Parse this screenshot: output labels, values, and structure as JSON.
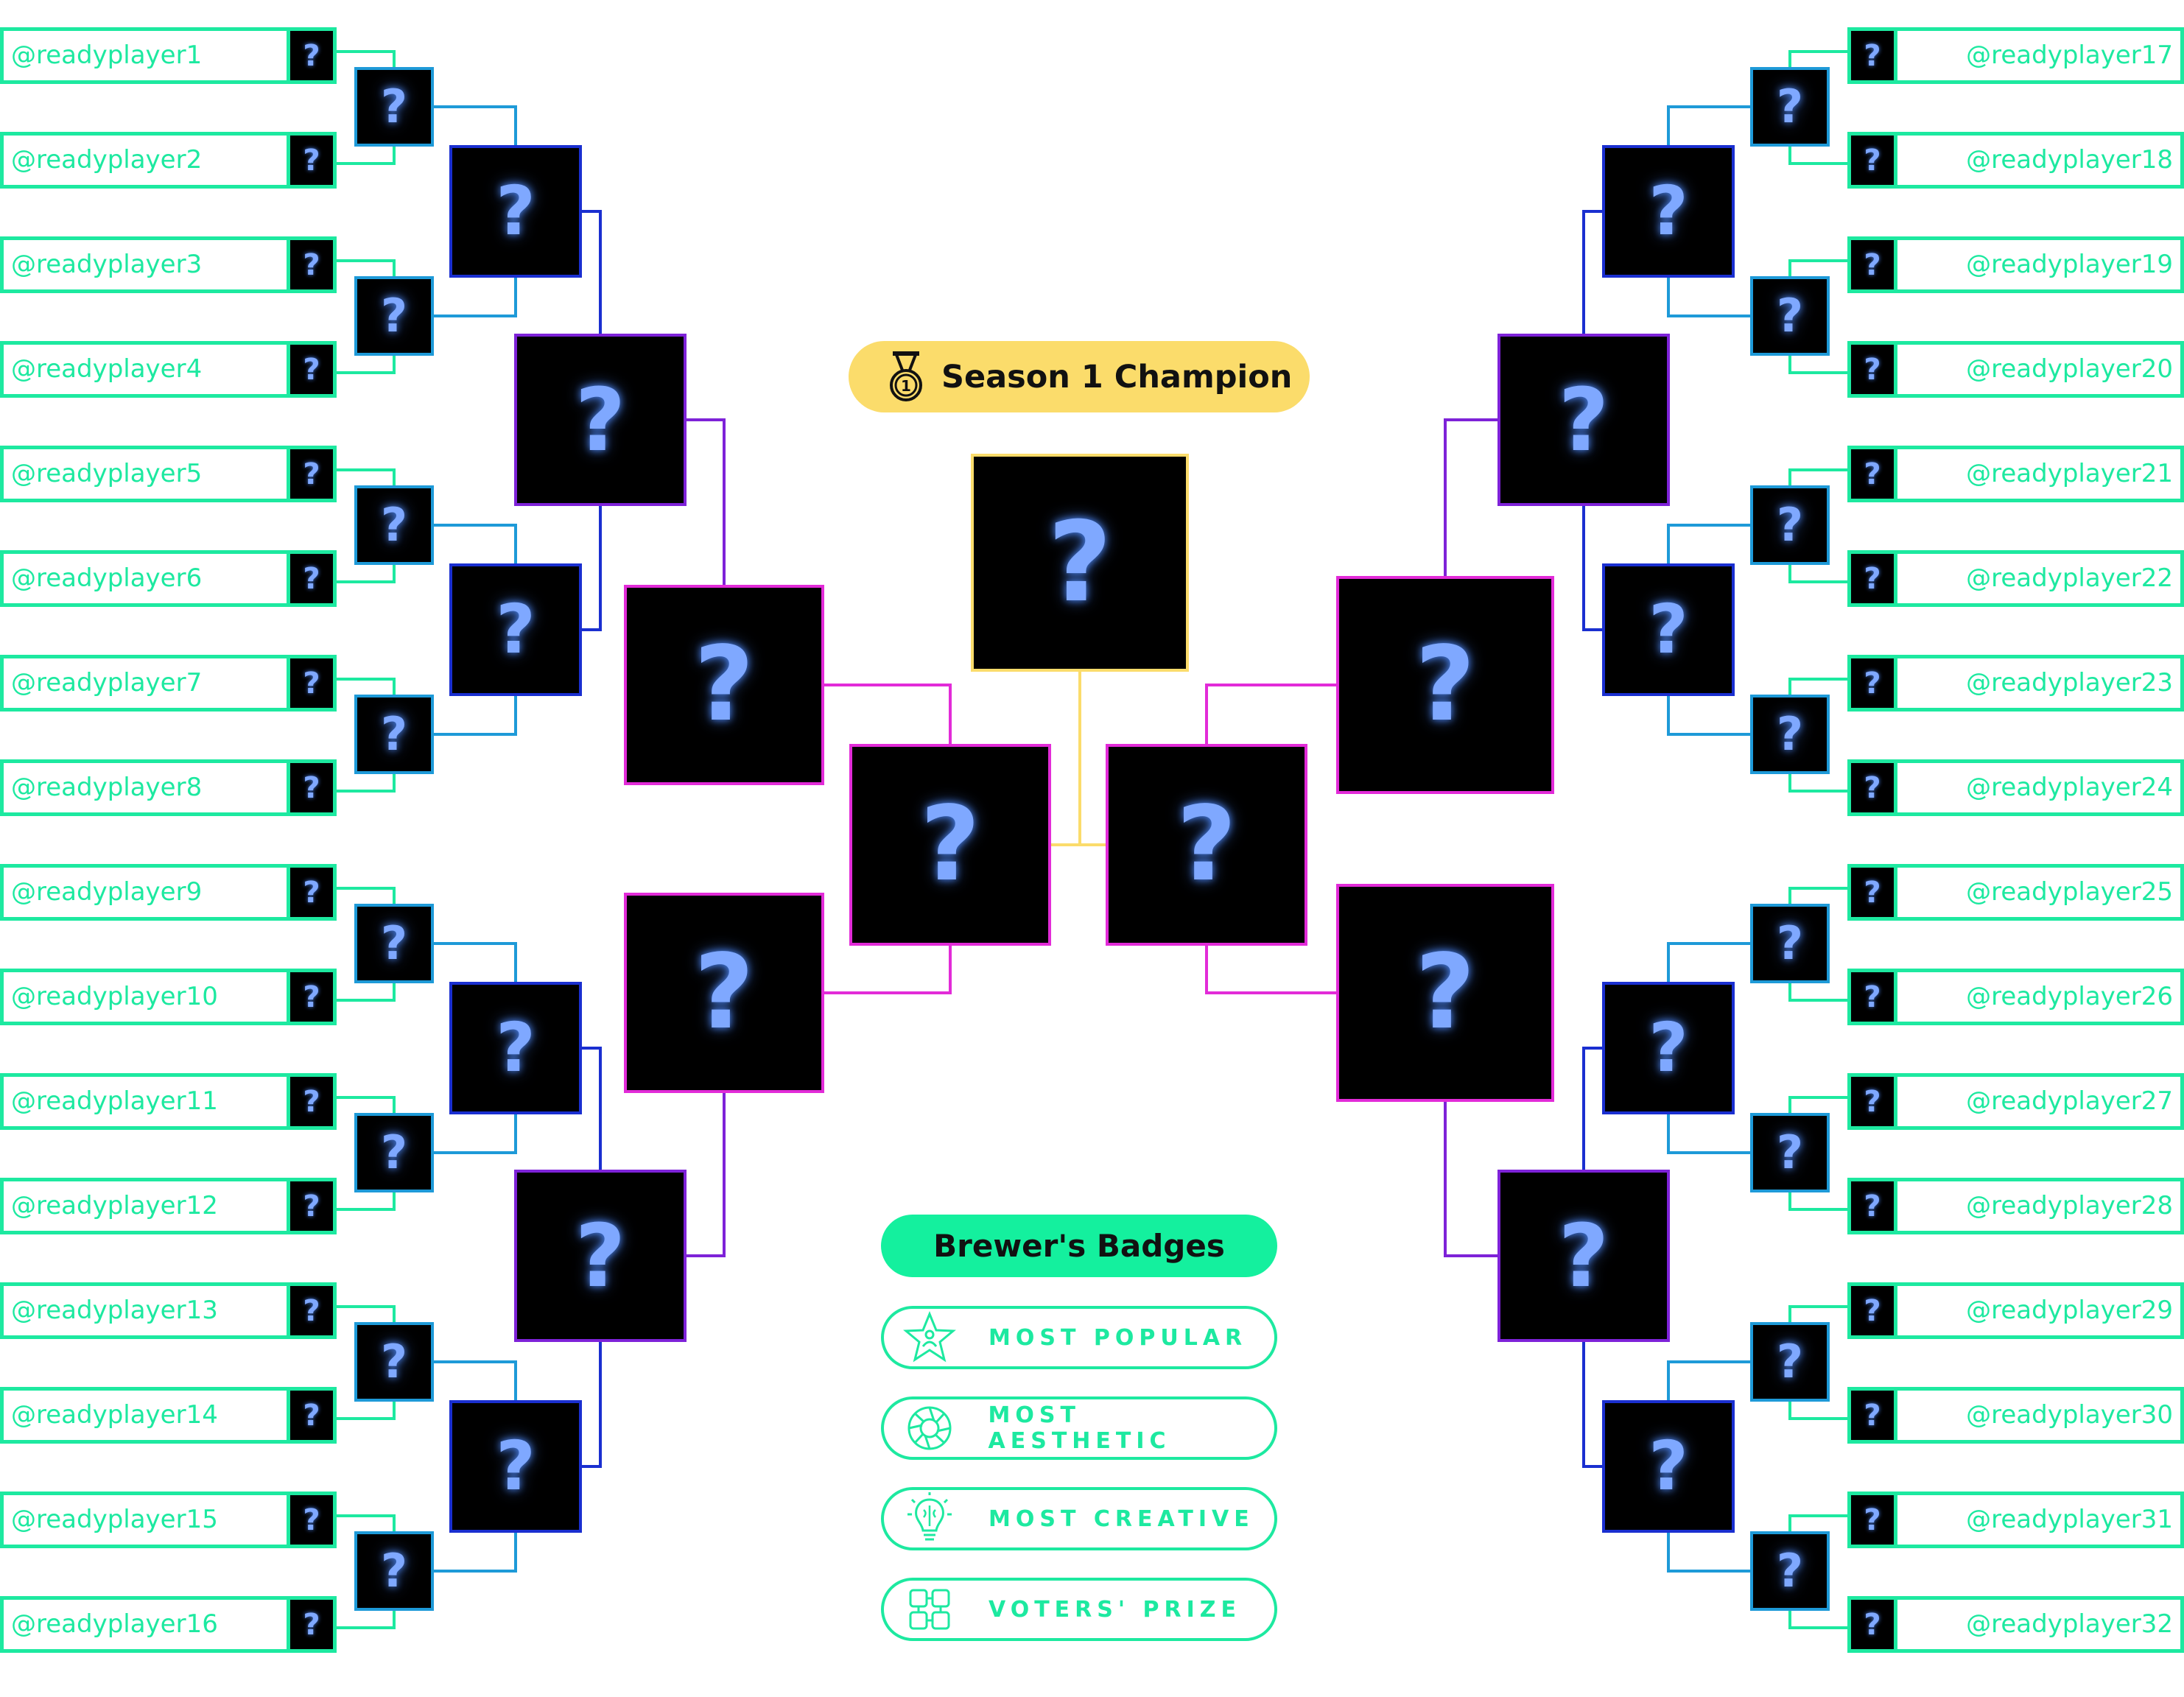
{
  "champion_label": "Season 1 Champion",
  "placeholder_mark": "?",
  "left_players": [
    "@readyplayer1",
    "@readyplayer2",
    "@readyplayer3",
    "@readyplayer4",
    "@readyplayer5",
    "@readyplayer6",
    "@readyplayer7",
    "@readyplayer8",
    "@readyplayer9",
    "@readyplayer10",
    "@readyplayer11",
    "@readyplayer12",
    "@readyplayer13",
    "@readyplayer14",
    "@readyplayer15",
    "@readyplayer16"
  ],
  "right_players": [
    "@readyplayer17",
    "@readyplayer18",
    "@readyplayer19",
    "@readyplayer20",
    "@readyplayer21",
    "@readyplayer22",
    "@readyplayer23",
    "@readyplayer24",
    "@readyplayer25",
    "@readyplayer26",
    "@readyplayer27",
    "@readyplayer28",
    "@readyplayer29",
    "@readyplayer30",
    "@readyplayer31",
    "@readyplayer32"
  ],
  "badges": {
    "title": "Brewer's Badges",
    "items": [
      {
        "label": "MOST POPULAR",
        "icon": "star-person-icon"
      },
      {
        "label": "MOST AESTHETIC",
        "icon": "camera-aperture-icon"
      },
      {
        "label": "MOST CREATIVE",
        "icon": "lightbulb-brain-icon"
      },
      {
        "label": "VOTERS' PRIZE",
        "icon": "joined-hands-icon"
      }
    ]
  },
  "colors": {
    "player_bar": "#1de9a0",
    "round1": "#1e9ad8",
    "round2": "#1a2fd0",
    "round3": "#7e22d8",
    "semifinal": "#e22bd8",
    "final": "#fbdc6b",
    "badges_fill": "#14f09e"
  }
}
